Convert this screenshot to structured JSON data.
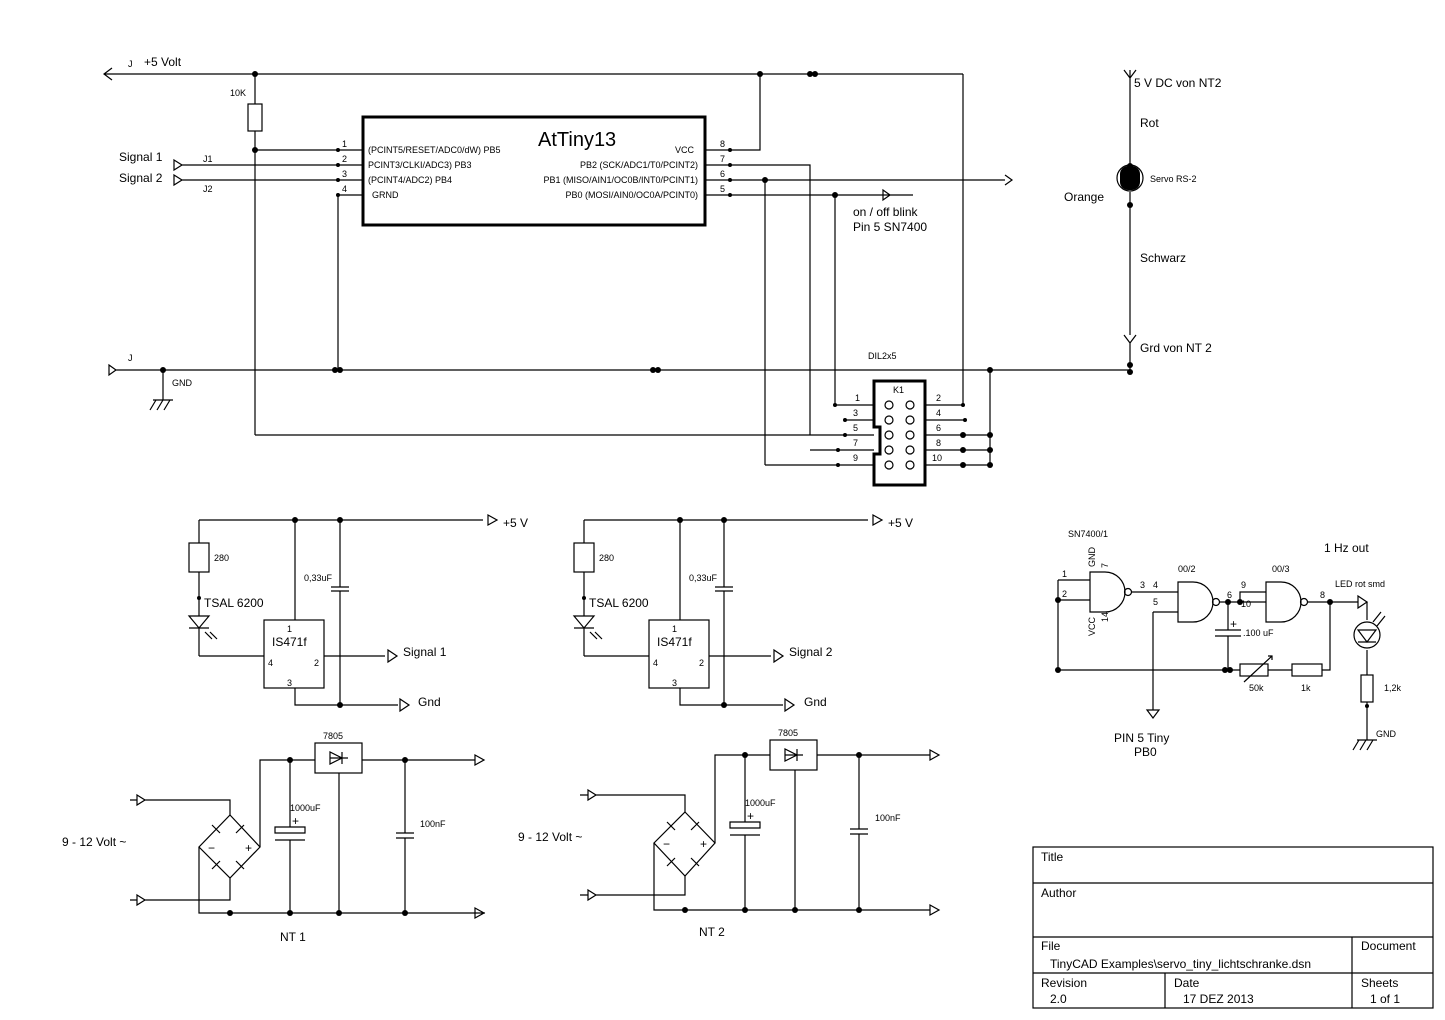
{
  "labels": {
    "j_top": "J",
    "plus5volt": "+5 Volt",
    "r10k": "10K",
    "signal1": "Signal 1",
    "signal2": "Signal 2",
    "j1": "J1",
    "j2": "J2",
    "chip": "AtTiny13",
    "pin1": "1",
    "pin2": "2",
    "pin3": "3",
    "pin4": "4",
    "pin5": "5",
    "pin6": "6",
    "pin7": "7",
    "pin8": "8",
    "pb5": "(PCINT5/RESET/ADC0/dW) PB5",
    "pb3": "PCINT3/CLKI/ADC3) PB3",
    "pb4": "(PCINT4/ADC2) PB4",
    "grnd": "GRND",
    "vcc": "VCC",
    "pb2": "PB2 (SCK/ADC1/T0/PCINT2)",
    "pb1": "PB1 (MISO/AIN1/OC0B/INT0/PCINT1)",
    "pb0": "PB0 (MOSI/AIN0/OC0A/PCINT0)",
    "onoff": "on / off blink",
    "pin5sn": "Pin 5 SN7400",
    "v5dc": "5 V DC von NT2",
    "rot": "Rot",
    "servo": "Servo RS-2",
    "orange": "Orange",
    "schwarz": "Schwarz",
    "grd_nt2": "Grd von NT 2",
    "j_bottom": "J",
    "gnd_label": "GND",
    "dil": "DIL2x5",
    "k1": "K1",
    "k_pins": [
      "1",
      "2",
      "3",
      "4",
      "5",
      "6",
      "7",
      "8",
      "9",
      "10"
    ],
    "p5v_1": "+5 V",
    "p5v_2": "+5 V",
    "r280_1": "280",
    "r280_2": "280",
    "c033_1": "0,33uF",
    "c033_2": "0,33uF",
    "tsal_1": "TSAL 6200",
    "tsal_2": "TSAL 6200",
    "is471_1": "IS471f",
    "is471_2": "IS471f",
    "sig1_out": "Signal 1",
    "sig2_out": "Signal 2",
    "gnd_out_1": "Gnd",
    "gnd_out_2": "Gnd",
    "is_p1": "1",
    "is_p2": "2",
    "is_p3": "3",
    "is_p4": "4",
    "reg_1": "7805",
    "reg_2": "7805",
    "c1000_1": "1000uF",
    "c1000_2": "1000uF",
    "c100n_1": "100nF",
    "c100n_2": "100nF",
    "vin_1": "9 - 12 Volt ~",
    "vin_2": "9 - 12 Volt ~",
    "nt1": "NT 1",
    "nt2": "NT 2",
    "sn7400": "SN7400/1",
    "gnd_v": "GND",
    "vcc_v": "VCC",
    "p7": "7",
    "p14": "14",
    "g_1": "1",
    "g_2": "2",
    "g_3": "3",
    "g_4": "4",
    "g_5": "5",
    "g_6": "6",
    "g_8": "8",
    "g_9": "9",
    "g_10": "10",
    "g002": "00/2",
    "g003": "00/3",
    "hz": "1 Hz out",
    "led": "LED rot smd",
    "c100u": ".100 uF",
    "r50k": "50k",
    "r1k": "1k",
    "r12k": "1,2k",
    "gnd_led": "GND",
    "pin5tiny": "PIN 5 Tiny",
    "pb0_lbl": "PB0"
  },
  "title_block": {
    "title_label": "Title",
    "title_value": "",
    "author_label": "Author",
    "author_value": "",
    "file_label": "File",
    "file_value": "TinyCAD Examples\\servo_tiny_lichtschranke.dsn",
    "document_label": "Document",
    "revision_label": "Revision",
    "revision_value": "2.0",
    "date_label": "Date",
    "date_value": "17  DEZ 2013",
    "sheets_label": "Sheets",
    "sheets_value": "1 of 1"
  }
}
